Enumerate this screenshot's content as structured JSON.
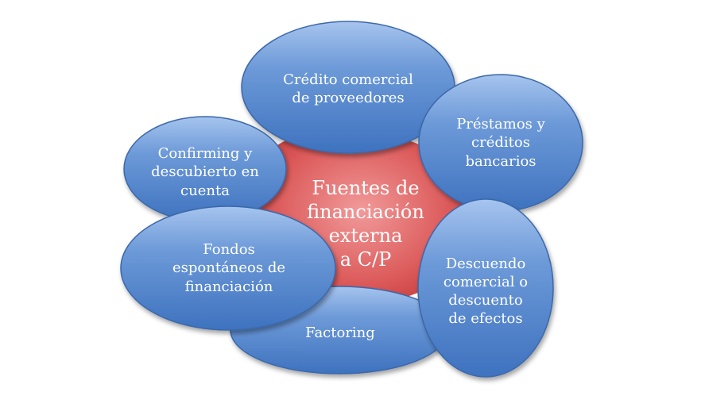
{
  "center": {
    "text": "Fuentes de\nfinanciación\nexterna\na C/P",
    "color": "#d94a4a"
  },
  "nodes": [
    {
      "label": "Crédito comercial\nde proveedores"
    },
    {
      "label": "Préstamos y\ncréditos\nbancarios"
    },
    {
      "label": "Confirming y\ndescubierto en\ncuenta"
    },
    {
      "label": "Fondos\nespontáneos de\nfinanciación"
    },
    {
      "label": "Descuendo\ncomercial o\ndescuento\nde efectos"
    },
    {
      "label": "Factoring"
    }
  ],
  "colors": {
    "node_fill": "#4f83cc",
    "node_stroke": "#3a68aa",
    "text": "#ffffff"
  }
}
